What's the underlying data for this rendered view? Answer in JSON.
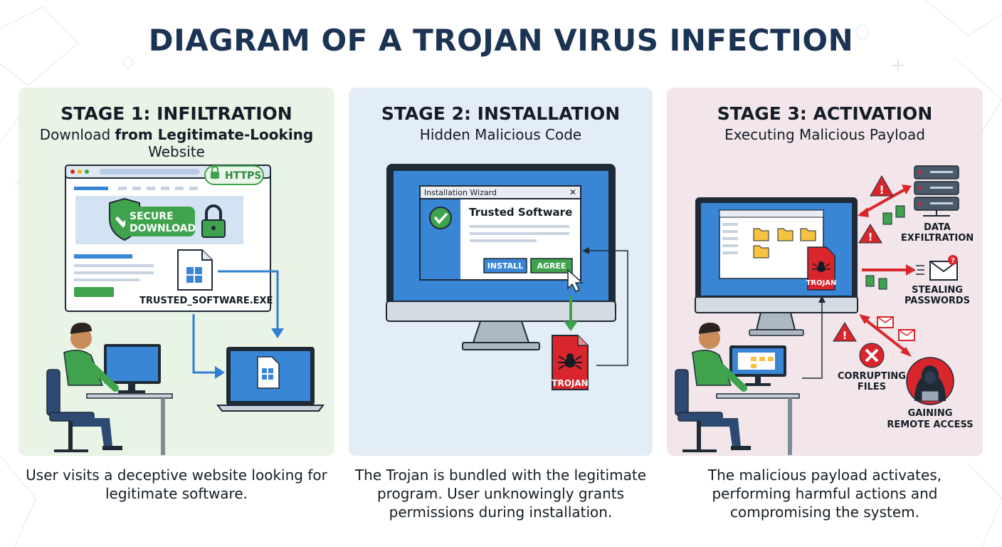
{
  "title": "DIAGRAM OF A TROJAN VIRUS INFECTION",
  "stages": [
    {
      "heading": "STAGE 1: INFILTRATION",
      "subtitle_pre": "Download ",
      "subtitle_bold": "from Legitimate-Looking",
      "subtitle_post": " Website",
      "caption": "User visits a deceptive website looking for legitimate software.",
      "https_label": "HTTPS",
      "secure_line1": "SECURE",
      "secure_line2": "DOWNLOAD",
      "file_name": "TRUSTED_SOFTWARE.EXE"
    },
    {
      "heading": "STAGE 2: INSTALLATION",
      "subtitle": "Hidden Malicious Code",
      "caption": "The Trojan is bundled with the legitimate program. User unknowingly grants permissions during installation.",
      "wizard_title": "Installation Wizard",
      "wizard_heading": "Trusted Software",
      "install_button": "INSTALL",
      "agree_button": "AGREE",
      "trojan_label": "TROJAN"
    },
    {
      "heading": "STAGE 3: ACTIVATION",
      "subtitle": "Executing Malicious Payload",
      "caption": "The malicious payload activates, performing harmful actions and compromising the system.",
      "trojan_label": "TROJAN",
      "actions": {
        "exfil_1": "DATA",
        "exfil_2": "EXFILTRATION",
        "steal_1": "STEALING",
        "steal_2": "PASSWORDS",
        "corrupt_1": "CORRUPTING",
        "corrupt_2": "FILES",
        "remote_1": "GAINING",
        "remote_2": "REMOTE ACCESS"
      }
    }
  ],
  "colors": {
    "title": "#1b3454",
    "stage1_bg": "#e9f3e6",
    "stage2_bg": "#e3edf6",
    "stage3_bg": "#f2e6ea",
    "screen_blue": "#3a86d6",
    "secure_green": "#3fa34d",
    "trojan_red": "#d9262c",
    "arrow_blue": "#2f7fd1"
  },
  "icons": [
    "shield-check-icon",
    "padlock-icon",
    "windows-file-icon",
    "spider-icon",
    "warning-icon",
    "server-icon",
    "envelope-icon",
    "hacker-icon",
    "cursor-icon"
  ]
}
